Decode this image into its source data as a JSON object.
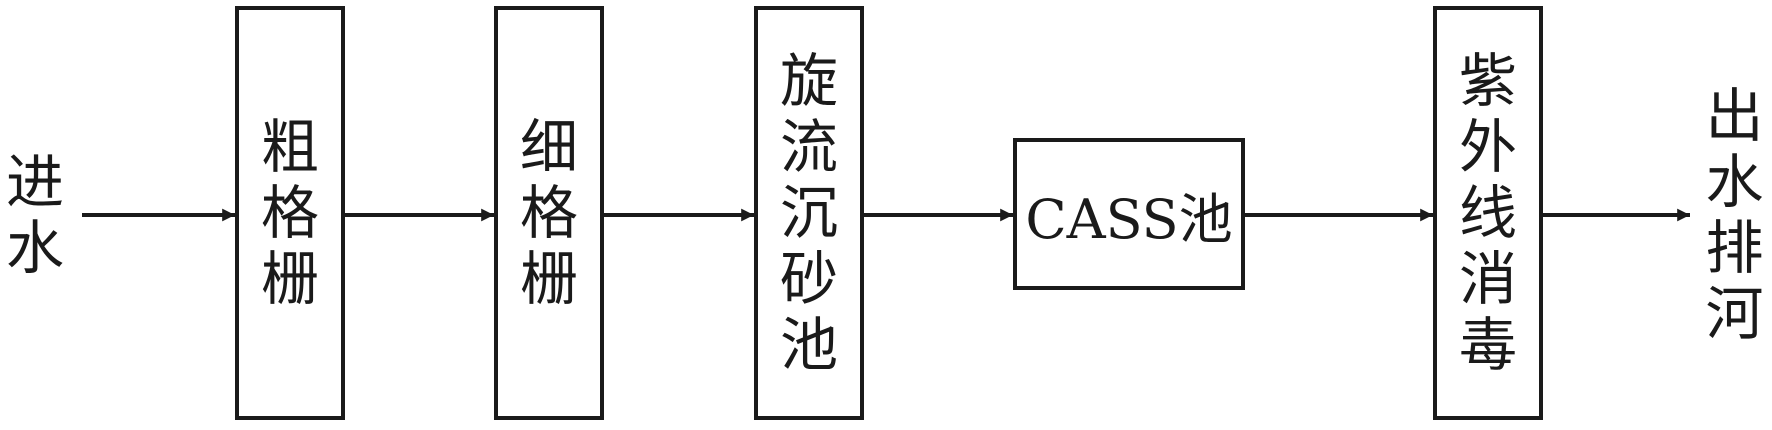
{
  "diagram": {
    "input_label": "进水",
    "output_label": "出水排河",
    "stages": [
      {
        "label": "粗格栅"
      },
      {
        "label": "细格栅"
      },
      {
        "label": "旋流沉砂池"
      },
      {
        "label": "CASS池"
      },
      {
        "label": "紫外线消毒"
      }
    ],
    "line_color": "#1a1a1a"
  }
}
